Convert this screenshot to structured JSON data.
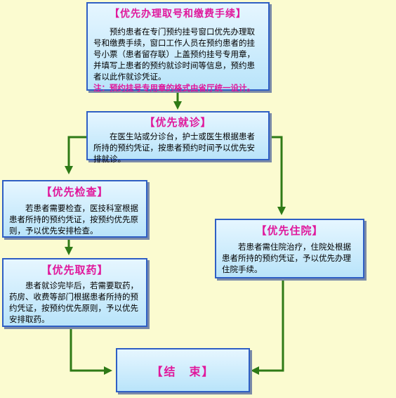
{
  "colors": {
    "background": "#fbfbd0",
    "box_fill": "#b9e4fa",
    "box_border": "#2f5fc4",
    "title": "#e0189c",
    "arrow": "#2e7a16"
  },
  "steps": {
    "registration": {
      "title": "【优先办理取号和缴费手续】",
      "text": "预约患者在专门预约挂号窗口优先办理取号和缴费手续，窗口工作人员在预约患者的挂号小票（患者留存联）上盖预约挂号专用章，并填写上患者的预约就诊时间等信息，预约患者以此作就诊凭证。",
      "note": "注：预约挂号专用章的格式由省厅统一设计。"
    },
    "consultation": {
      "title": "【优先就诊】",
      "text": "在医生站或分诊台，护士或医生根据患者所持的预约凭证，按患者预约时间予以优先安排就诊。"
    },
    "examination": {
      "title": "【优先检查】",
      "text": "若患者需要检查，医技科室根据患者所持的预约凭证，按预约优先原则，予以优先安排检查。"
    },
    "medicine": {
      "title": "【优先取药】",
      "text": "患者就诊完毕后，若需要取药，药房、收费等部门根据患者所持的预约凭证，按预约优先原则，予以优先安排取药。"
    },
    "hospitalization": {
      "title": "【优先住院】",
      "text": "若患者需住院治疗，住院处根据患者所持的预约凭证，予以优先办理住院手续。"
    },
    "end": {
      "title": "【结　束】"
    }
  }
}
